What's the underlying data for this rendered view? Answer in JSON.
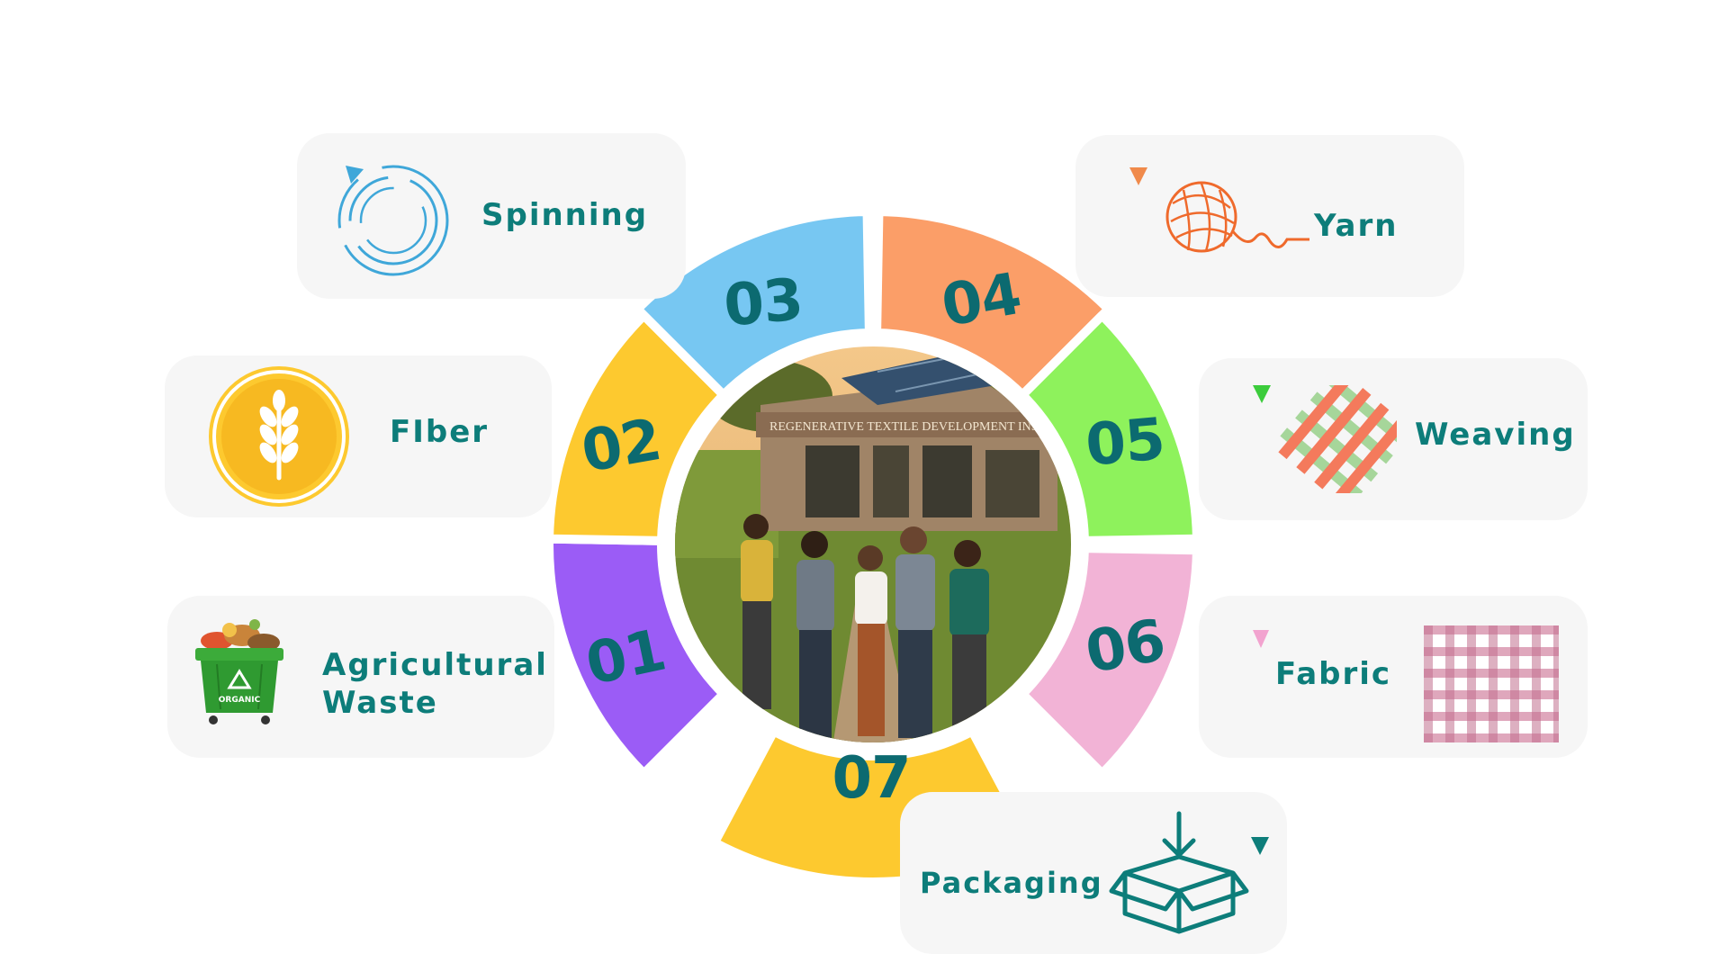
{
  "steps": [
    {
      "number": "01",
      "label_line1": "Agricultural",
      "label_line2": "Waste",
      "color": "#9b5cf6",
      "icon": "organic-waste-bin-icon",
      "bin_text": "ORGANIC"
    },
    {
      "number": "02",
      "label": "FIber",
      "color": "#fdc92f",
      "icon": "wheat-icon"
    },
    {
      "number": "03",
      "label": "Spinning",
      "color": "#77c7f2",
      "icon": "spinning-circle-icon"
    },
    {
      "number": "04",
      "label": "Yarn",
      "color": "#fb9e68",
      "icon": "yarn-ball-icon"
    },
    {
      "number": "05",
      "label": "Weaving",
      "color": "#8ef25c",
      "icon": "woven-pattern-icon"
    },
    {
      "number": "06",
      "label": "Fabric",
      "color": "#f2b3d6",
      "icon": "gingham-fabric-icon"
    },
    {
      "number": "07",
      "label": "Packaging",
      "color": "#fdc92f",
      "icon": "box-icon"
    }
  ],
  "center_photo": {
    "sign_text": "REGENERATIVE TEXTILE DEVELOPMENT INSTITU"
  },
  "colors": {
    "accent_text": "#0d7d7a",
    "number_text": "#0c6a70",
    "card_bg": "#f6f6f6"
  }
}
